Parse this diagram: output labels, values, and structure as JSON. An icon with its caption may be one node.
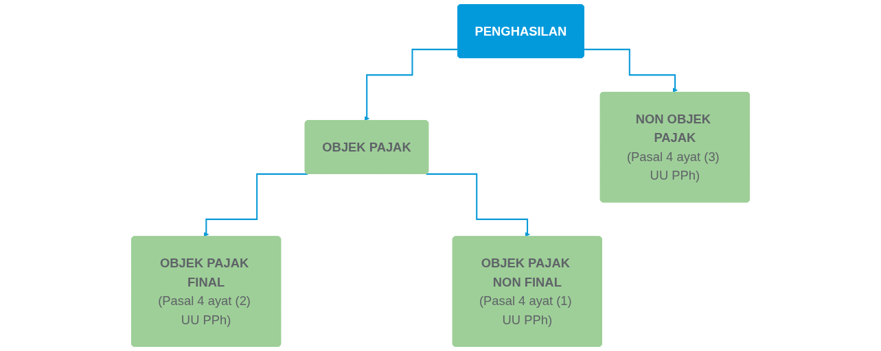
{
  "diagram": {
    "nodes": [
      {
        "text": [
          "PENGHASILAN"
        ]
      },
      {
        "text": [
          "OBJEK PAJAK"
        ]
      },
      {
        "text": [
          "NON OBJEK PAJAK",
          "(Pasal 4 ayat (3) UU PPh)"
        ]
      },
      {
        "text": [
          "OBJEK PAJAK FINAL",
          "(Pasal 4 ayat (2) UU PPh)"
        ]
      },
      {
        "text": [
          "OBJEK PAJAK NON FINAL",
          "(Pasal 4 ayat (1) UU PPh)"
        ]
      }
    ],
    "edges": [
      {
        "from": 0,
        "to": 1,
        "arrow": "to"
      },
      {
        "from": 0,
        "to": 2,
        "arrow": "to"
      },
      {
        "from": 1,
        "to": 3,
        "arrow": "to"
      },
      {
        "from": 1,
        "to": 4,
        "arrow": "to"
      }
    ]
  }
}
